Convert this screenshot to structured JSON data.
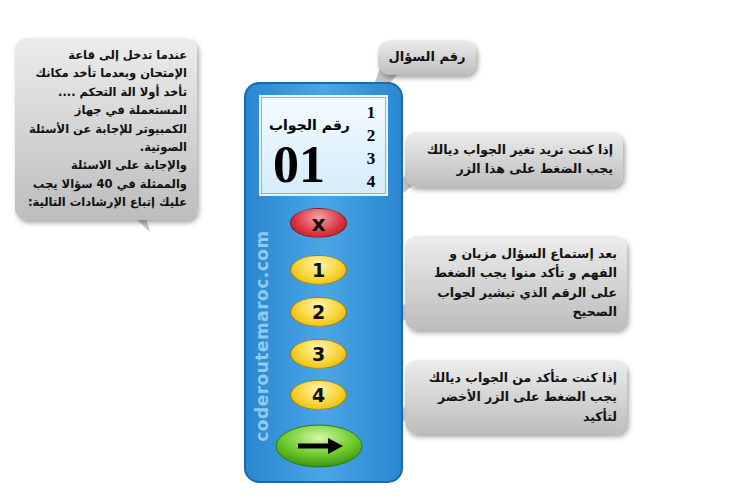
{
  "diagram": {
    "nodes": [
      {
        "text": [
          "عندما تدخل إلى قاعة الإمتحان وبعدما تأخد مكانك تأخد أولا الة التحكم .... المستعملة في جهاز الكمبيوتر للإجابة عن الأسئلة الصوتية.",
          "والإجابة على الاسئلة والممثلة في 40 سؤالا يجب عليك إتباع الإرشادات التالية:"
        ]
      },
      {
        "text": [
          "رقم السؤال"
        ]
      },
      {
        "text": [
          "1 2 3 4",
          "رقم الجواب",
          "01"
        ]
      },
      {
        "text": [
          "إذا كنت تريد تغير الجواب ديالك يجب الضغط على هذا الزر"
        ]
      },
      {
        "text": [
          "x"
        ]
      },
      {
        "text": [
          "بعد إستماع السؤال مزيان و الفهم و تأكد منوا يجب الضغط على الرقم الذي تيشير لجواب الصحيح"
        ]
      },
      {
        "text": [
          "1"
        ]
      },
      {
        "text": [
          "2"
        ]
      },
      {
        "text": [
          "3"
        ]
      },
      {
        "text": [
          "4"
        ]
      },
      {
        "text": [
          "إذا كنت متأكد من الجواب ديالك يجب الضغط على الزر الأخضر لتأكيد"
        ]
      }
    ],
    "labels": [
      "coderoutemaroc.com"
    ]
  }
}
